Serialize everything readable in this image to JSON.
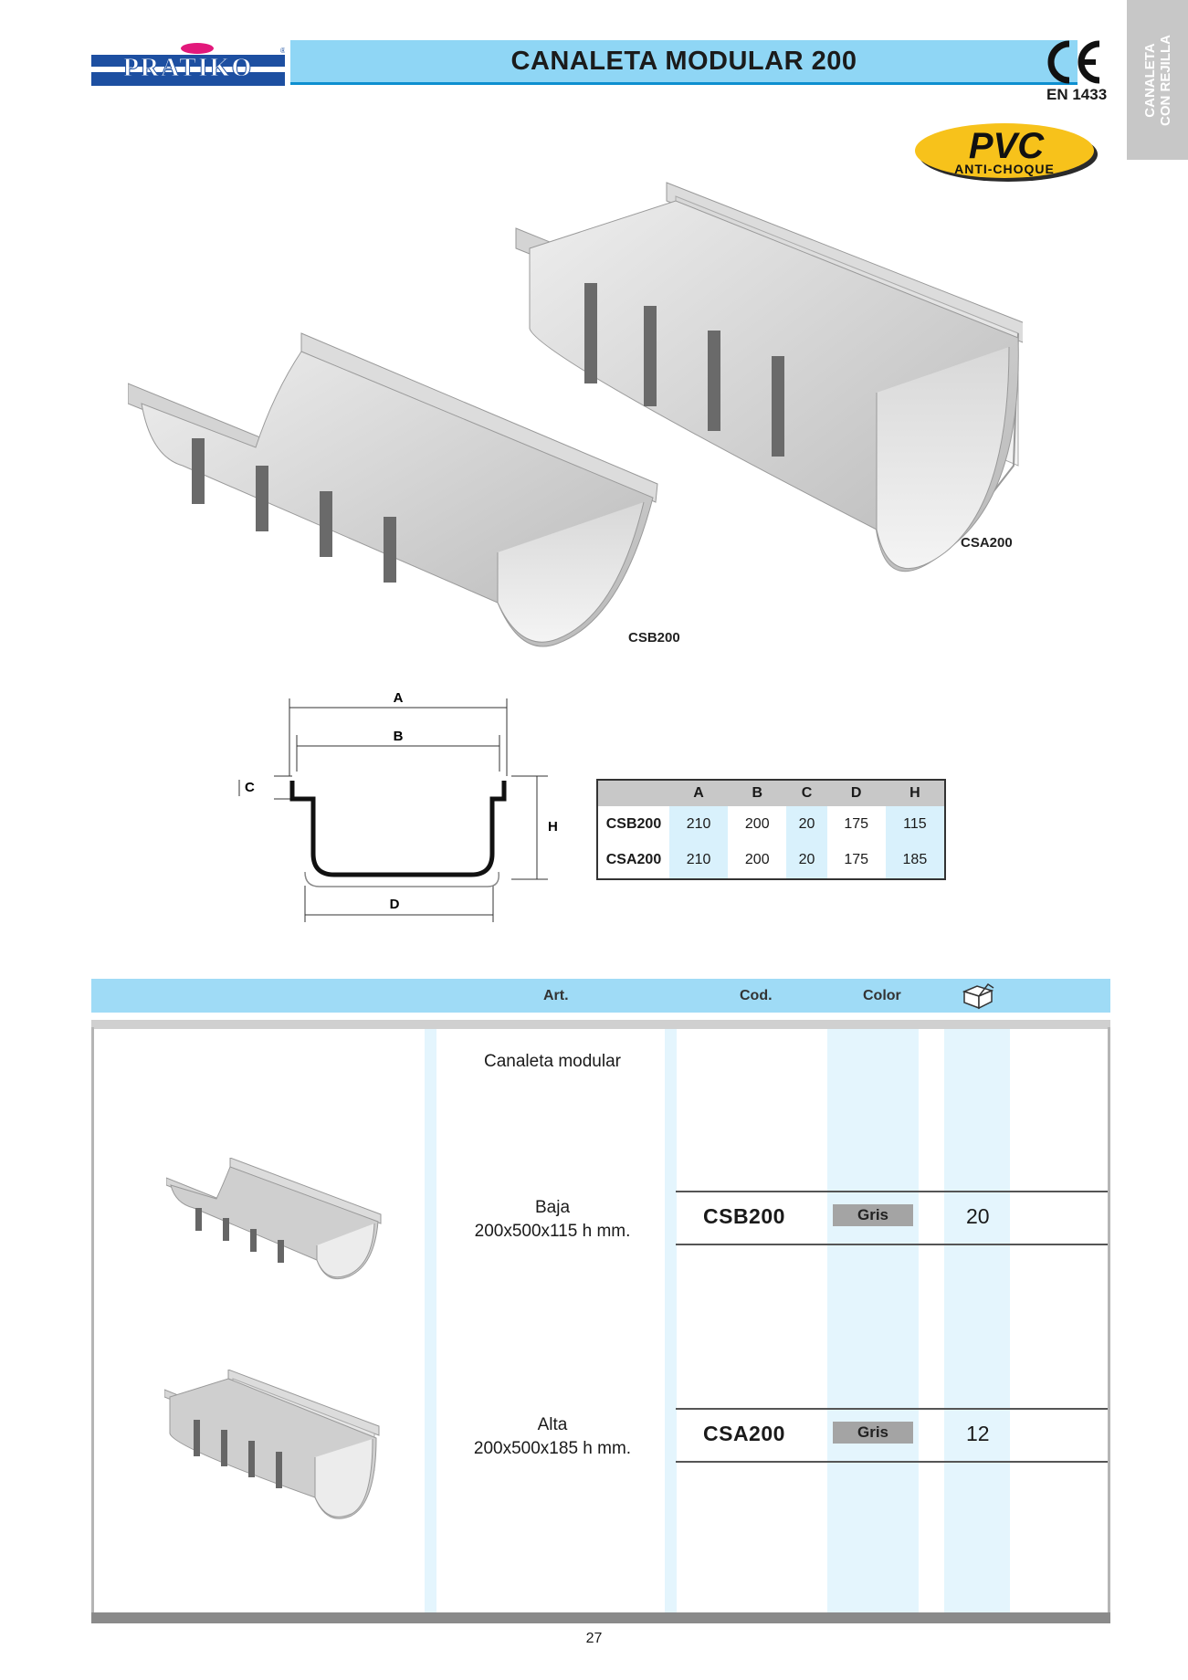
{
  "header": {
    "brand": "PRATIKO",
    "title": "CANALETA MODULAR 200",
    "ce_mark": "CE",
    "standard": "EN 1433",
    "side_tab_line1": "CANALETA",
    "side_tab_line2": "CON REJILLA",
    "pvc_badge_main": "PVC",
    "pvc_badge_sub": "ANTI-CHOQUE"
  },
  "product_labels": {
    "low": "CSB200",
    "high": "CSA200"
  },
  "dimension_letters": {
    "a": "A",
    "b": "B",
    "c": "C",
    "d": "D",
    "h": "H"
  },
  "dimensions_table": {
    "headers": [
      "A",
      "B",
      "C",
      "D",
      "H"
    ],
    "rows": [
      {
        "code": "CSB200",
        "values": [
          "210",
          "200",
          "20",
          "175",
          "115"
        ]
      },
      {
        "code": "CSA200",
        "values": [
          "210",
          "200",
          "20",
          "175",
          "185"
        ]
      }
    ]
  },
  "list": {
    "headers": {
      "art": "Art.",
      "cod": "Cod.",
      "color": "Color"
    },
    "box_icon": "box-icon",
    "group_title": "Canaleta modular",
    "items": [
      {
        "name": "Baja",
        "size": "200x500x115 h mm.",
        "code": "CSB200",
        "color": "Gris",
        "qty": "20"
      },
      {
        "name": "Alta",
        "size": "200x500x185 h mm.",
        "code": "CSA200",
        "color": "Gris",
        "qty": "12"
      }
    ]
  },
  "page_number": "27",
  "colors": {
    "title_bar": "#8fd6f5",
    "title_rule": "#0e8fd0",
    "brand_blue": "#1d4fa1",
    "pvc_yellow": "#f7c21b",
    "stripe": "#e4f5fd"
  }
}
